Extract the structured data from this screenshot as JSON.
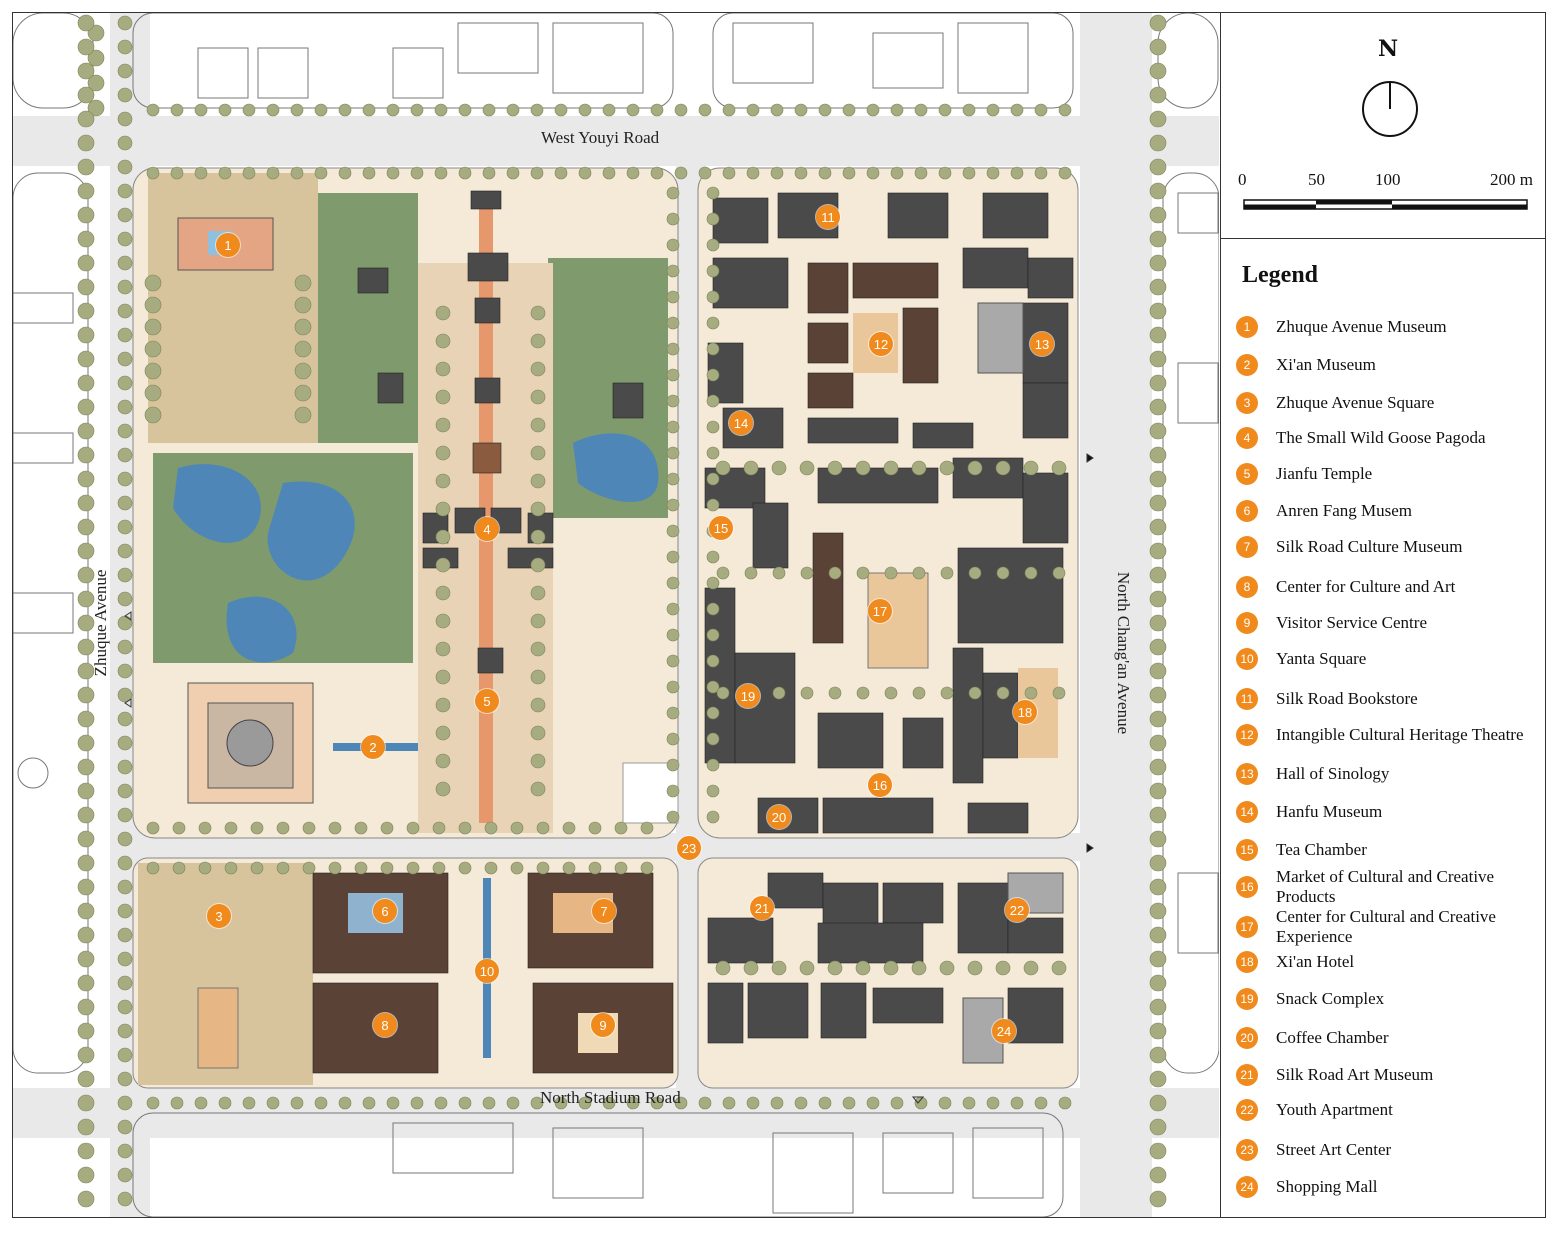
{
  "compass": {
    "label": "N"
  },
  "scale_bar": {
    "ticks": [
      "0",
      "50",
      "100",
      "200 m"
    ]
  },
  "legend": {
    "title": "Legend",
    "items": [
      {
        "num": "1",
        "label": "Zhuque Avenue Museum"
      },
      {
        "num": "2",
        "label": "Xi'an Museum"
      },
      {
        "num": "3",
        "label": "Zhuque Avenue Square"
      },
      {
        "num": "4",
        "label": "The Small Wild Goose Pagoda"
      },
      {
        "num": "5",
        "label": "Jianfu Temple"
      },
      {
        "num": "6",
        "label": "Anren Fang Musem"
      },
      {
        "num": "7",
        "label": "Silk Road Culture Museum"
      },
      {
        "num": "8",
        "label": "Center for Culture and Art"
      },
      {
        "num": "9",
        "label": "Visitor Service Centre"
      },
      {
        "num": "10",
        "label": "Yanta Square"
      },
      {
        "num": "11",
        "label": "Silk Road Bookstore"
      },
      {
        "num": "12",
        "label": "Intangible Cultural Heritage Theatre"
      },
      {
        "num": "13",
        "label": "Hall of Sinology"
      },
      {
        "num": "14",
        "label": "Hanfu Museum"
      },
      {
        "num": "15",
        "label": "Tea Chamber"
      },
      {
        "num": "16",
        "label": "Market of Cultural and Creative Products"
      },
      {
        "num": "17",
        "label": "Center for Cultural and Creative Experience"
      },
      {
        "num": "18",
        "label": "Xi'an Hotel"
      },
      {
        "num": "19",
        "label": "Snack Complex"
      },
      {
        "num": "20",
        "label": "Coffee Chamber"
      },
      {
        "num": "21",
        "label": "Silk Road Art Museum"
      },
      {
        "num": "22",
        "label": "Youth Apartment"
      },
      {
        "num": "23",
        "label": "Street Art Center"
      },
      {
        "num": "24",
        "label": "Shopping Mall"
      }
    ]
  },
  "roads": {
    "north": "West Youyi Road",
    "south": "North Stadium Road",
    "west": "Zhuque Avenue",
    "east": "North Chang'an Avenue"
  },
  "markers": [
    "1",
    "2",
    "3",
    "4",
    "5",
    "6",
    "7",
    "8",
    "9",
    "10",
    "11",
    "12",
    "13",
    "14",
    "15",
    "16",
    "17",
    "18",
    "19",
    "20",
    "21",
    "22",
    "23",
    "24"
  ],
  "colors": {
    "marker": "#f08a1c",
    "grass": "#7f9a6c",
    "water": "#4f86b8",
    "roof_dark": "#4a4a4a",
    "roof_brown": "#5a4336",
    "plaza": "#f3e3cc",
    "tree": "#9aa570"
  }
}
